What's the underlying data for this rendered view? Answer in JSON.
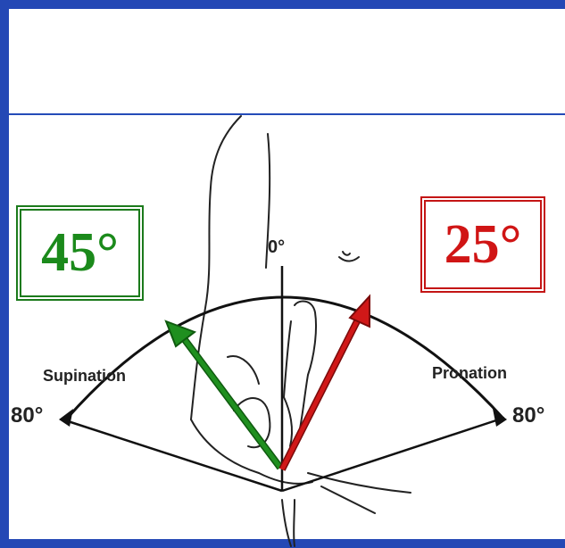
{
  "diagram": {
    "supination_value": "45°",
    "pronation_value": "25°",
    "zero_label": "0°",
    "left_max_label": "80°",
    "right_max_label": "80°",
    "supination_label": "Supination",
    "pronation_label": "Pronation",
    "colors": {
      "supination": "#1b7a1b",
      "pronation": "#c41515",
      "frame": "#1e3f9e"
    }
  }
}
